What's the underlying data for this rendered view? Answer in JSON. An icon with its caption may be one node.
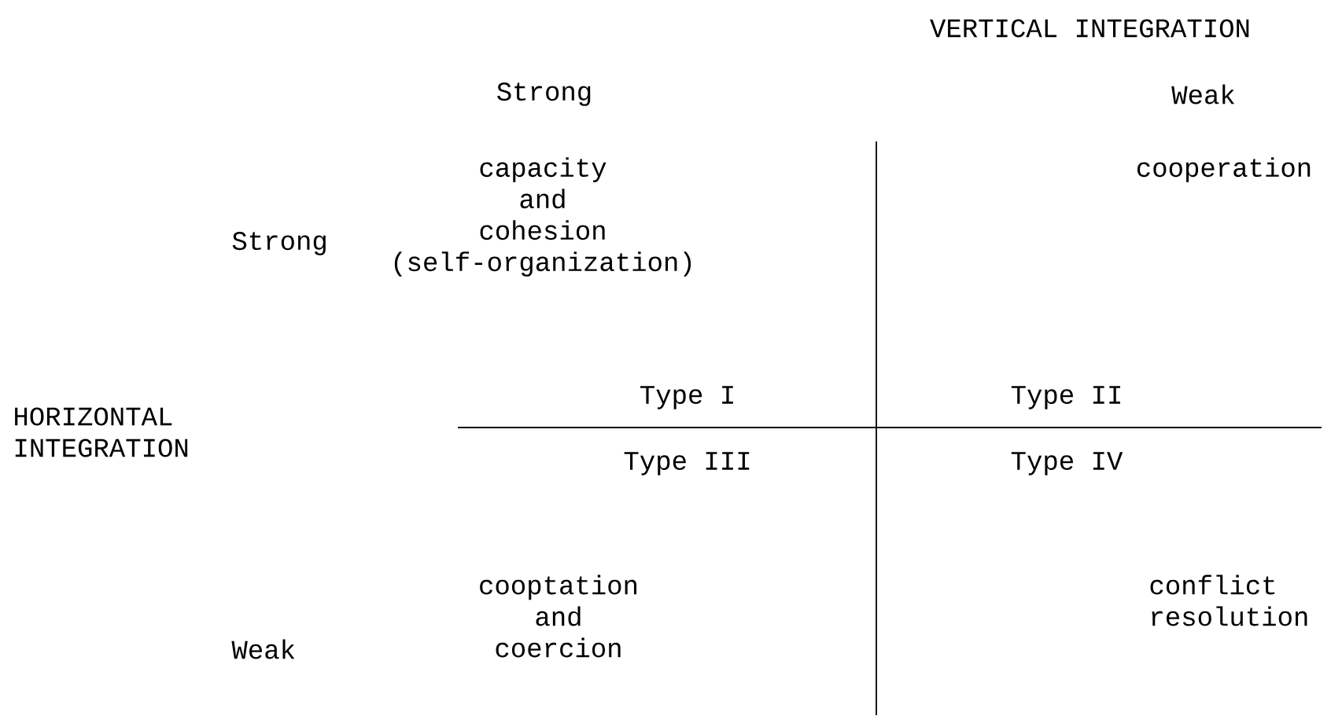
{
  "diagram": {
    "labels": [
      "VERTICAL INTEGRATION",
      "Strong",
      "Weak",
      "Strong",
      "capacity and cohesion (self-organization)",
      "cooperation",
      "HORIZONTAL INTEGRATION",
      "Type I",
      "Type II",
      "Type III",
      "Type IV",
      "Weak",
      "cooptation and coercion",
      "conflict resolution"
    ]
  }
}
